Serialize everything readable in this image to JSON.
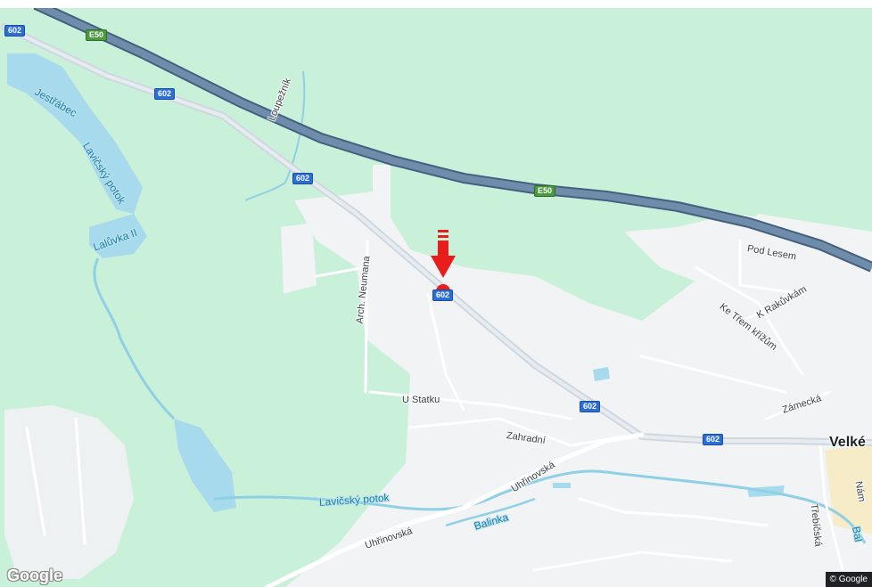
{
  "map": {
    "colors": {
      "forest": "#c9f0d8",
      "urban": "#f1f3f4",
      "water": "#a8daed",
      "motorway": "#5c7a9e",
      "road": "#d6dde5",
      "marker": "#ea1d1d"
    },
    "shields": {
      "e50_a": "E50",
      "e50_b": "E50",
      "r602_a": "602",
      "r602_b": "602",
      "r602_c": "602",
      "r602_d": "602",
      "r602_e": "602",
      "r602_f": "602"
    },
    "labels": {
      "jestrabec": "Jestřábec",
      "lavicsky_potok_n": "Lavičský potok",
      "laluvka": "Lalůvka II",
      "loupeznik": "Loupežník",
      "arch_neumana": "Arch. Neumana",
      "u_statku": "U Statku",
      "zahradni": "Zahradní",
      "uhrinovska_1": "Uhřinovská",
      "uhrinovska_2": "Uhřinovská",
      "lavicsky_potok_s": "Lavičský potok",
      "balinka": "Balinka",
      "pod_lesem": "Pod Lesem",
      "ke_trem_krizum": "Ke Třem křížům",
      "k_rakuvkam": "K Rakůvkám",
      "zamecka": "Zámecká",
      "trebicska": "Třebíčská",
      "velke": "Velké",
      "nam_partial": "Nám",
      "bal_partial": "Bal"
    },
    "marker": {
      "icon": "arrow-down-pin-icon"
    },
    "logo": "Google",
    "copyright": "© Google"
  }
}
